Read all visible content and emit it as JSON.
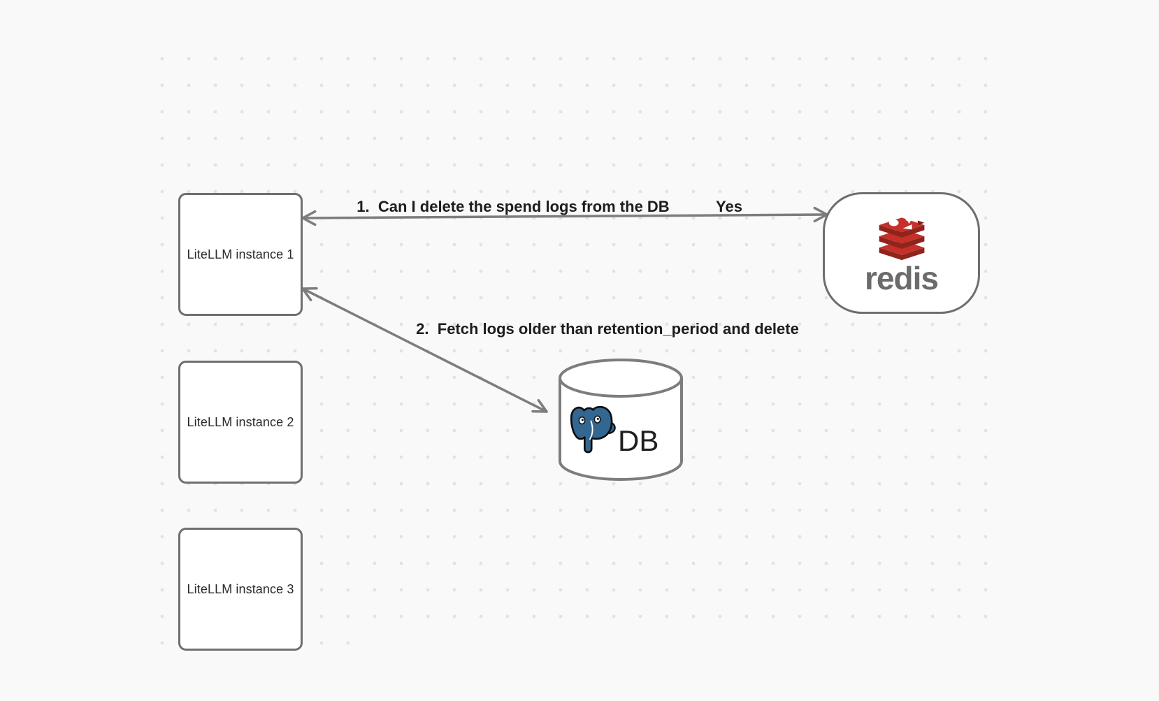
{
  "diagram": {
    "nodes": {
      "litellm1": {
        "label": "LiteLLM instance 1"
      },
      "litellm2": {
        "label": "LiteLLM instance 2"
      },
      "litellm3": {
        "label": "LiteLLM instance 3"
      },
      "redis": {
        "wordmark": "redis",
        "icon": "redis-cubes-icon"
      },
      "db": {
        "label": "DB",
        "icon": "postgresql-elephant-icon"
      }
    },
    "edges": [
      {
        "label": "1.  Can I delete the spend logs from the DB",
        "response": "Yes",
        "from": "redis",
        "to": "litellm1",
        "style": "double-headed-arrow"
      },
      {
        "label": "2.  Fetch logs older than retention_period and delete",
        "from": "litellm1",
        "to": "db",
        "style": "double-headed-arrow"
      }
    ],
    "colors": {
      "background": "#f9f9f9",
      "grid_dot": "#e3e3e3",
      "shape_stroke": "#6f6f6f",
      "arrow": "#7d7d7d",
      "edge_label_text": "#1d1d1f",
      "node_label_text": "#2a2a2a",
      "redis_red": "#c6302b",
      "redis_red_dark": "#8e241b",
      "redis_notch_dark": "#7c1a10",
      "redis_wordmark_gray": "#6b6b6b",
      "postgres_blue": "#336791",
      "db_text": "#1f1f1f"
    }
  }
}
